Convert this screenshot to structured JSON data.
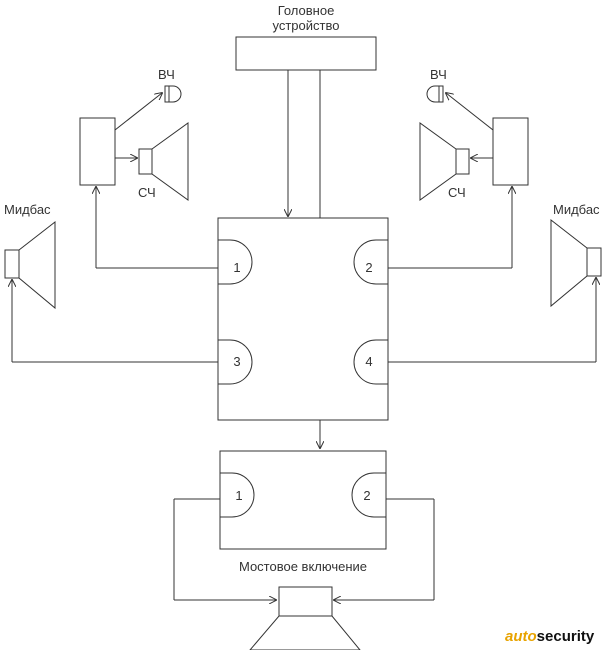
{
  "head_unit": {
    "line1": "Головное",
    "line2": "устройство"
  },
  "labels": {
    "tweeter_left": "ВЧ",
    "tweeter_right": "ВЧ",
    "mid_left": "СЧ",
    "mid_right": "СЧ",
    "midbass_left": "Мидбас",
    "midbass_right": "Мидбас",
    "bridge": "Мостовое включение"
  },
  "amp1_channels": [
    "1",
    "2",
    "3",
    "4"
  ],
  "amp2_channels": [
    "1",
    "2"
  ],
  "logo": {
    "part1": "auto",
    "part2": "security"
  },
  "colors": {
    "line": "#333333",
    "logo_accent": "#e8a300",
    "logo_text": "#111111"
  }
}
